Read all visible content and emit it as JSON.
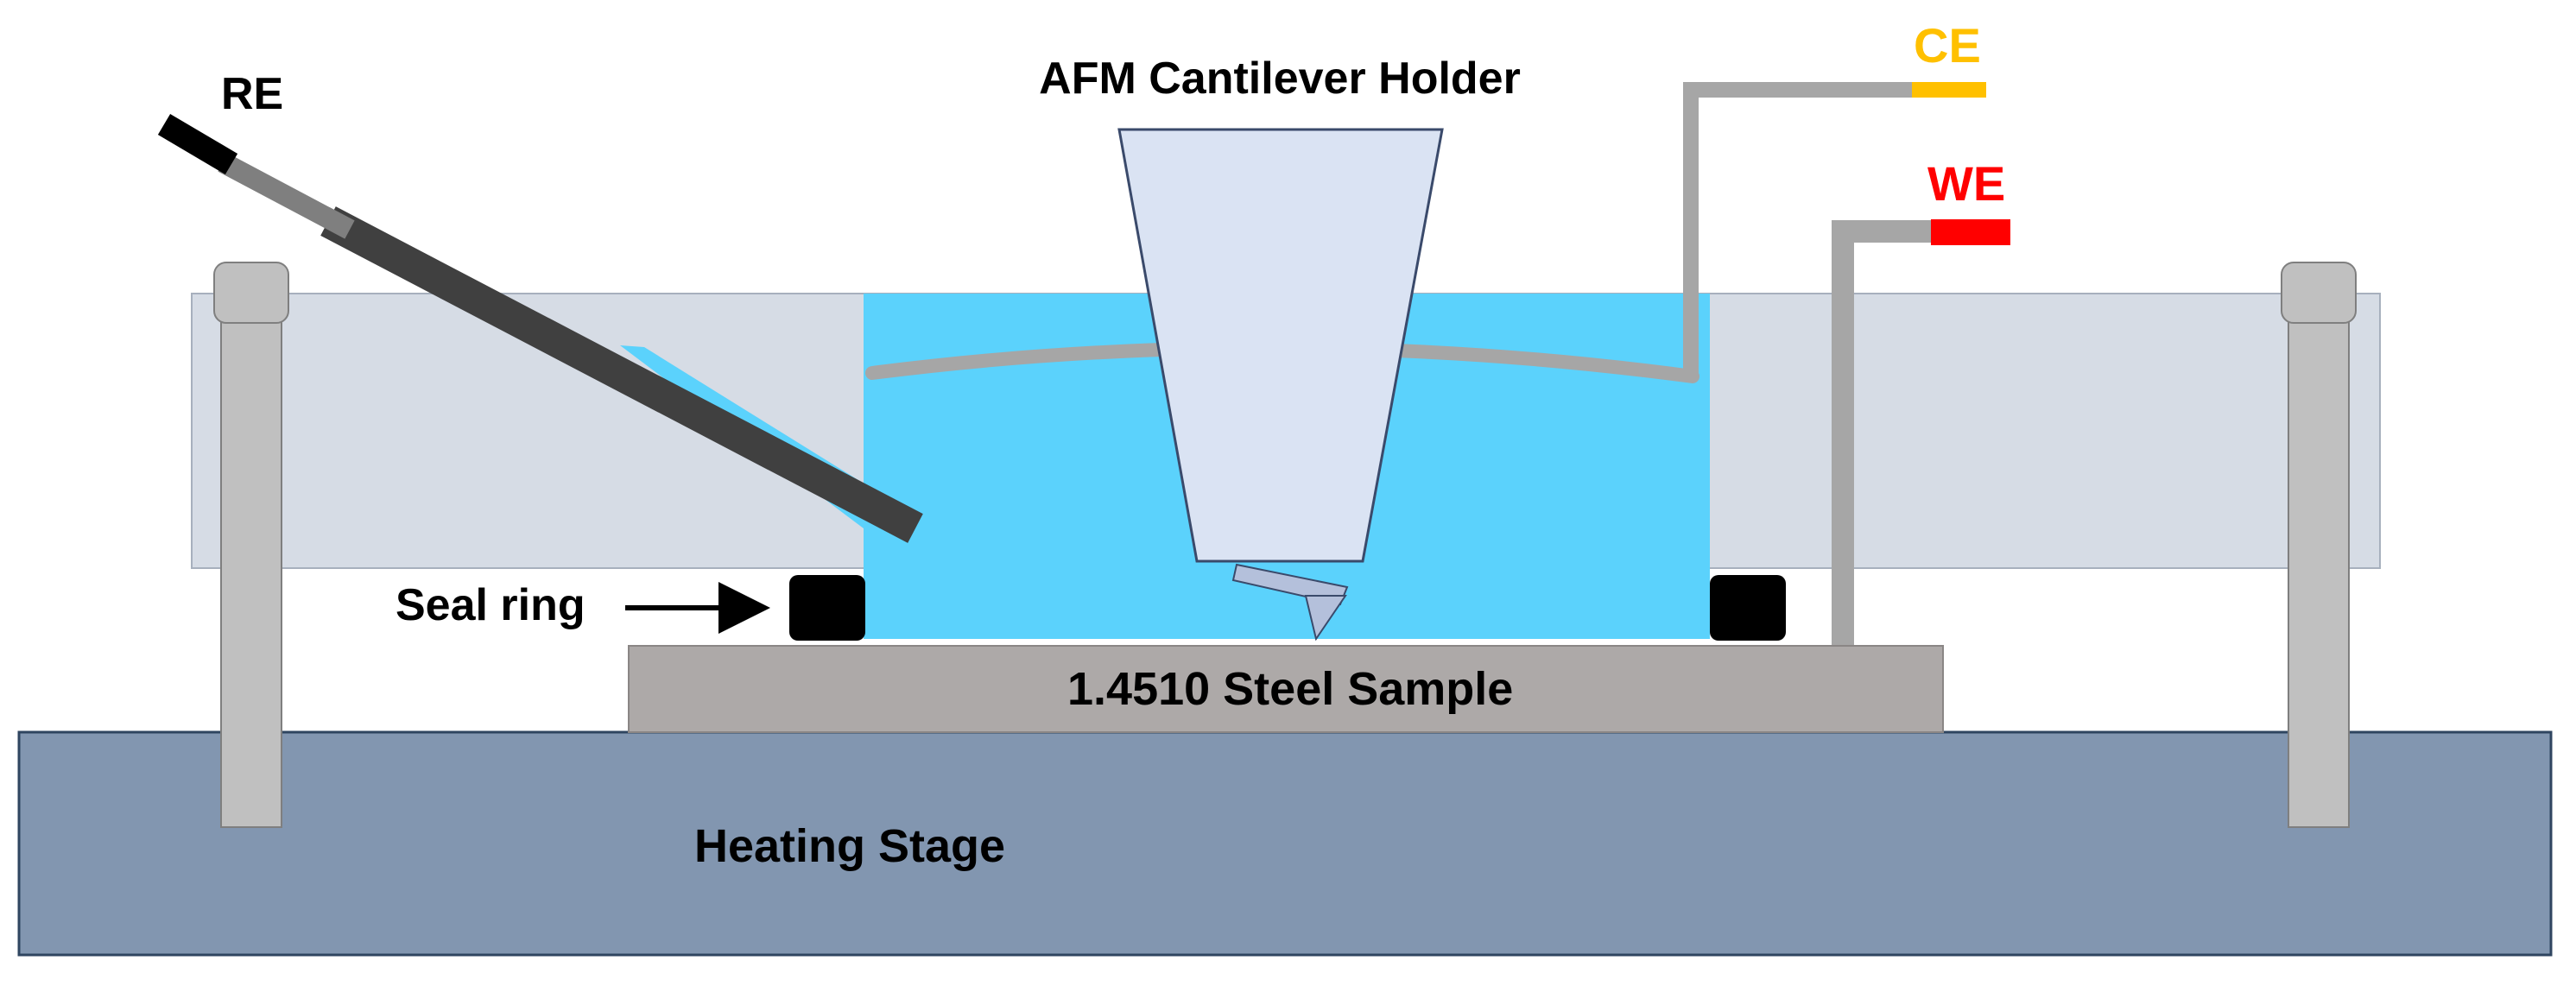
{
  "labels": {
    "re": "RE",
    "holder": "AFM Cantilever Holder",
    "ce": "CE",
    "we": "WE",
    "seal_ring": "Seal ring",
    "sample": "1.4510 Steel Sample",
    "stage": "Heating Stage"
  },
  "colors": {
    "electrolyte": "#5bd2fc",
    "cell_body": "#d6dce5",
    "heating_stage": "#8296b0",
    "steel_sample": "#ada9a8",
    "seal": "#000000",
    "rod": "#c0c0c0",
    "wire": "#a6a6a6",
    "holder": "#dae3f3",
    "re_electrode": "#404040",
    "ce_label": "#ffc000",
    "we_label": "#ff0000"
  },
  "icons": {
    "seal_arrow": "right-arrow-icon"
  }
}
